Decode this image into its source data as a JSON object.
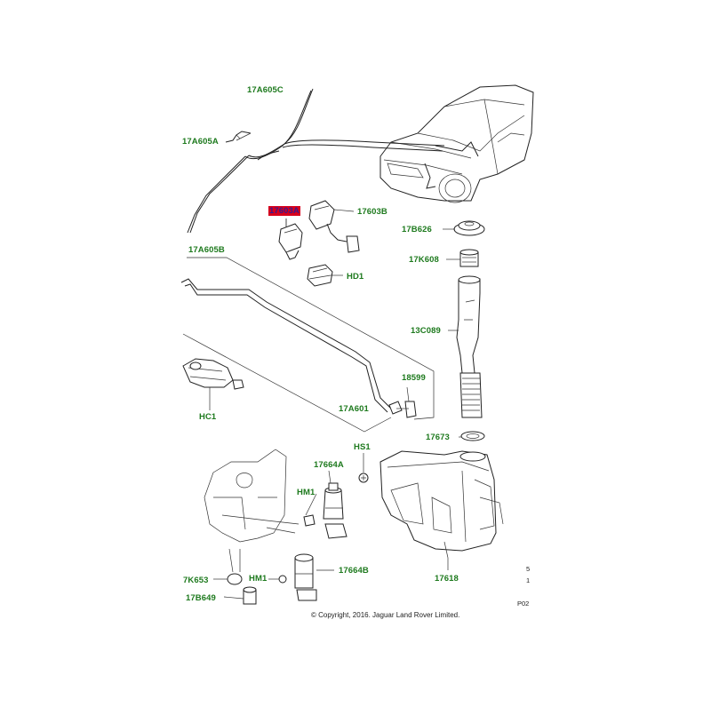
{
  "labels": {
    "l_17a605c": "17A605C",
    "l_17a605a": "17A605A",
    "l_17603a": "17603A",
    "l_17603b": "17603B",
    "l_17b626": "17B626",
    "l_17k608": "17K608",
    "l_17a605b": "17A605B",
    "l_hd1": "HD1",
    "l_13c089": "13C089",
    "l_18599": "18599",
    "l_17a601": "17A601",
    "l_hc1": "HC1",
    "l_17673": "17673",
    "l_hs1": "HS1",
    "l_17664a": "17664A",
    "l_hm1_a": "HM1",
    "l_7k653": "7K653",
    "l_hm1_b": "HM1",
    "l_17664b": "17664B",
    "l_17618": "17618",
    "l_17b649": "17B649"
  },
  "copyright": "© Copyright, 2016. Jaguar Land Rover Limited.",
  "edge_marks": {
    "m1": "5",
    "m2": "1",
    "m3": "P02"
  },
  "colors": {
    "label_green": "#1e7a1e",
    "highlight_red": "#d8001c",
    "line": "#222222"
  }
}
